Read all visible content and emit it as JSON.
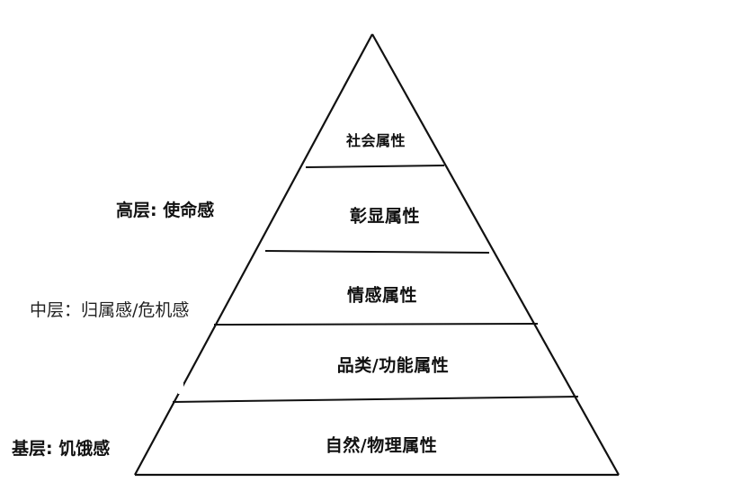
{
  "pyramid": {
    "layers": [
      {
        "label": "社会属性"
      },
      {
        "label": "彰显属性"
      },
      {
        "label": "情感属性"
      },
      {
        "label": "品类/功能属性"
      },
      {
        "label": "自然/物理属性"
      }
    ]
  },
  "side_labels": {
    "high": "高层: 使命感",
    "middle": "中层：归属感/危机感",
    "base": "基层: 饥饿感"
  },
  "colors": {
    "line": "#111111",
    "text": "#111111",
    "background": "#ffffff"
  }
}
